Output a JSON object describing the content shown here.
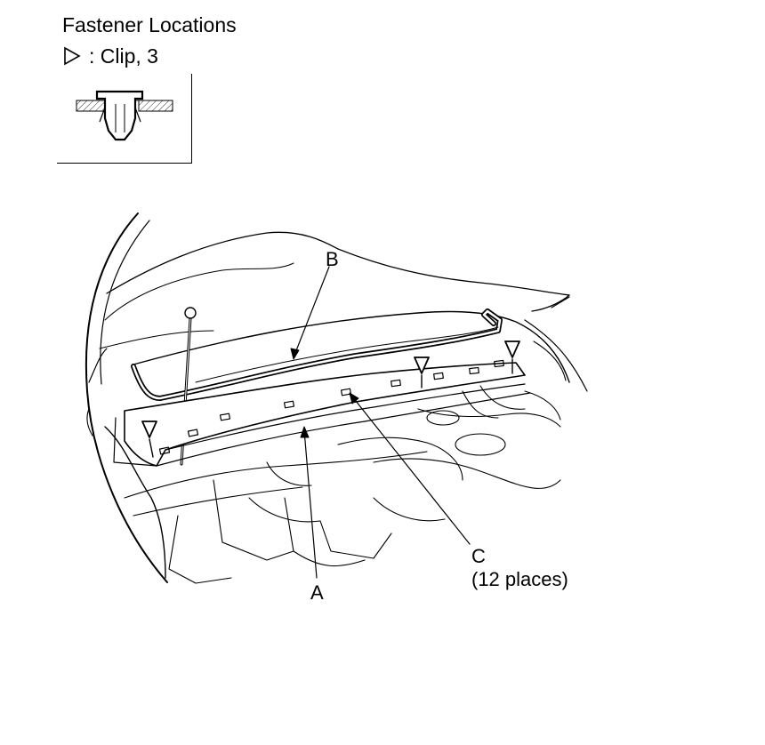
{
  "header": {
    "title": "Fastener Locations",
    "legend_text": ": Clip, 3"
  },
  "callouts": {
    "a": "A",
    "b": "B",
    "c": "C",
    "c_note": "(12 places)"
  },
  "icons": {
    "legend_marker": "open-triangle-right",
    "clip_marker": "open-triangle-down"
  },
  "colors": {
    "line": "#000000",
    "background": "#ffffff"
  }
}
